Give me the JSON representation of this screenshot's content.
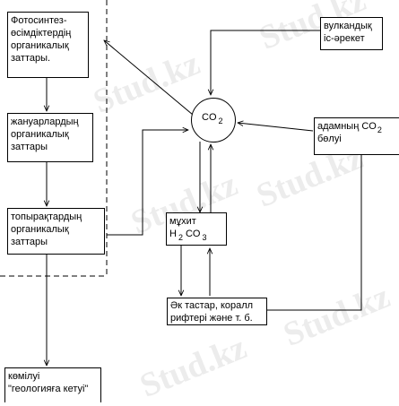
{
  "watermark": "Stud.kz",
  "nodes": {
    "photosynthesis": [
      "Фотосинтез-",
      "өсімдіктердің",
      "органикалық",
      "заттары."
    ],
    "animals": [
      "жануарлардың",
      "органикалық",
      "заттары"
    ],
    "soil": [
      "топырақтардың",
      "органикалық",
      "заттары"
    ],
    "burial": [
      "көмілуі",
      "\"геологияға кетуі\""
    ],
    "volcanic": [
      "вулкандық",
      "іс-әрекет"
    ],
    "human": [
      "адамның CO",
      "2",
      "бөлуі"
    ],
    "co2": {
      "text": "CO",
      "sub": "2"
    },
    "ocean": {
      "title": "мұхит",
      "formula": [
        "H",
        "2",
        "CO",
        "3"
      ]
    },
    "rocks": [
      "Әк тастар, коралл",
      "рифтері және т. б."
    ]
  },
  "colors": {
    "line": "#000000",
    "watermark": "#e6e6e6"
  }
}
